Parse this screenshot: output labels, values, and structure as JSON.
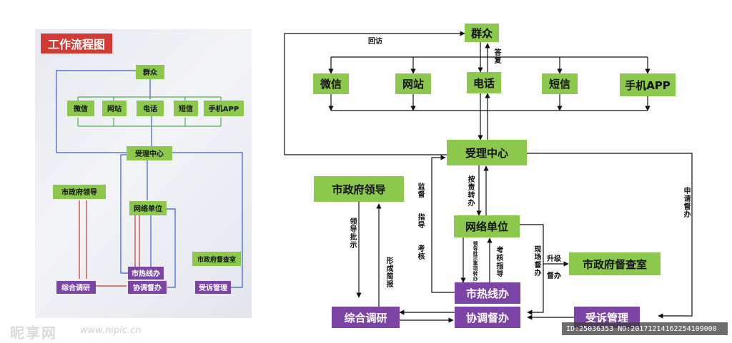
{
  "photo": {
    "title": "工作流程图",
    "nodes": {
      "masses": "群众",
      "wechat": "微信",
      "website": "网站",
      "phone": "电话",
      "sms": "短信",
      "app": "手机APP",
      "center": "受理中心",
      "leader": "市政府领导",
      "network": "网络单位",
      "hotline": "市热线办",
      "coordinate": "协调督办",
      "research": "综合调研",
      "inspect": "市政府督查室",
      "complaint": "受诉管理"
    }
  },
  "nodes": {
    "masses": "群众",
    "wechat": "微信",
    "website": "网站",
    "phone": "电话",
    "sms": "短信",
    "app": "手机APP",
    "center": "受理中心",
    "leader": "市政府领导",
    "network": "网络单位",
    "hotline": "市热线办",
    "coordinate": "协调督办",
    "research": "综合调研",
    "inspect": "市政府督查室",
    "complaint": "受诉管理"
  },
  "edge_labels": {
    "revisit": "回访",
    "reply": "答复",
    "assign": "按责转办",
    "supervise": "监督",
    "guide": "指导",
    "assess": "考核",
    "apply_supervise": "申请督办",
    "leader_instruct": "领导批示",
    "form_report": "形成简报",
    "leader_instruct_matter": "领导批示事项转办",
    "assess_guide": "考核指导",
    "onsite_supervise": "现场督办",
    "upgrade": "升级",
    "supervise_short": "督办"
  },
  "colors": {
    "green": "#8cc84b",
    "purple": "#7d44a8",
    "photo_red_title": "#d23a34"
  },
  "watermark": {
    "logo": "昵享网",
    "url": "www.nipic.cn",
    "id": "ID:25036353 NO:20171214162254109000"
  }
}
